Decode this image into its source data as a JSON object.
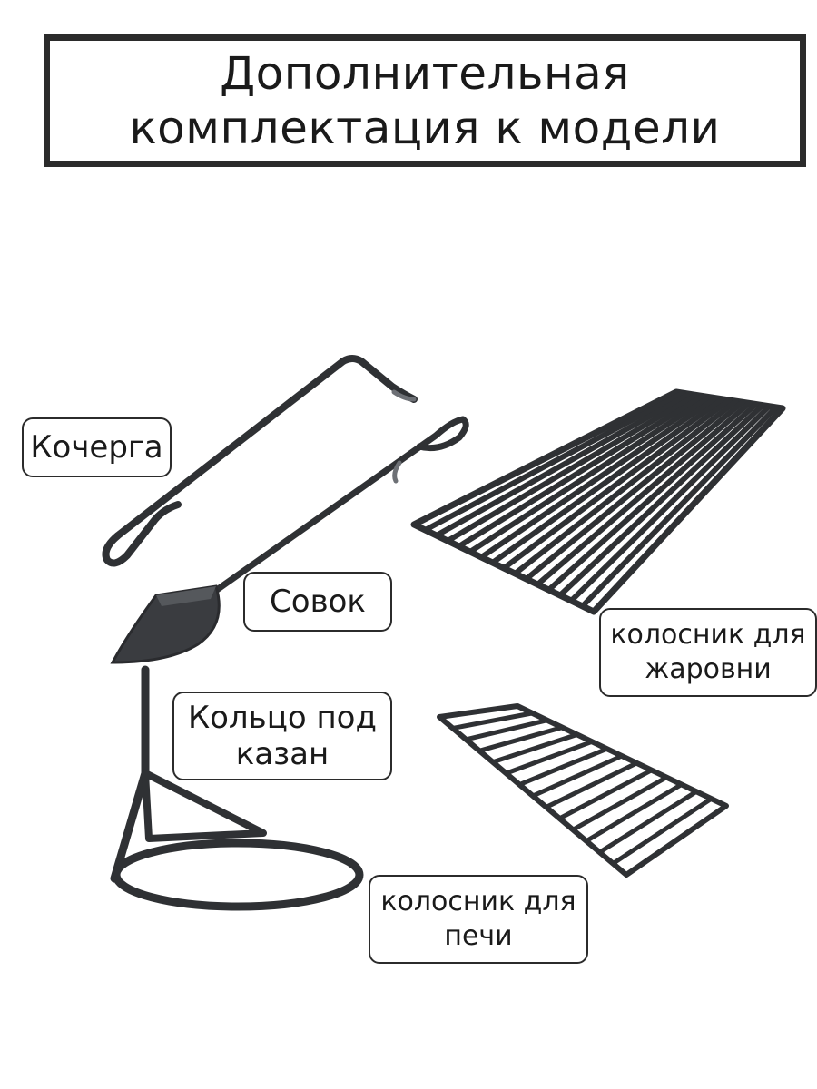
{
  "title": {
    "line1": "Дополнительная",
    "line2": "комплектация к  модели"
  },
  "labels": {
    "poker": "Кочерга",
    "scoop": "Совок",
    "ring_line1": "Кольцо под",
    "ring_line2": "казан",
    "brazier_grate_line1": "колосник для",
    "brazier_grate_line2": "жаровни",
    "stove_grate_line1": "колосник для",
    "stove_grate_line2": "печи"
  },
  "colors": {
    "metal": "#2f3134",
    "metal_highlight": "#6d7075",
    "border": "#2b2b2b"
  }
}
